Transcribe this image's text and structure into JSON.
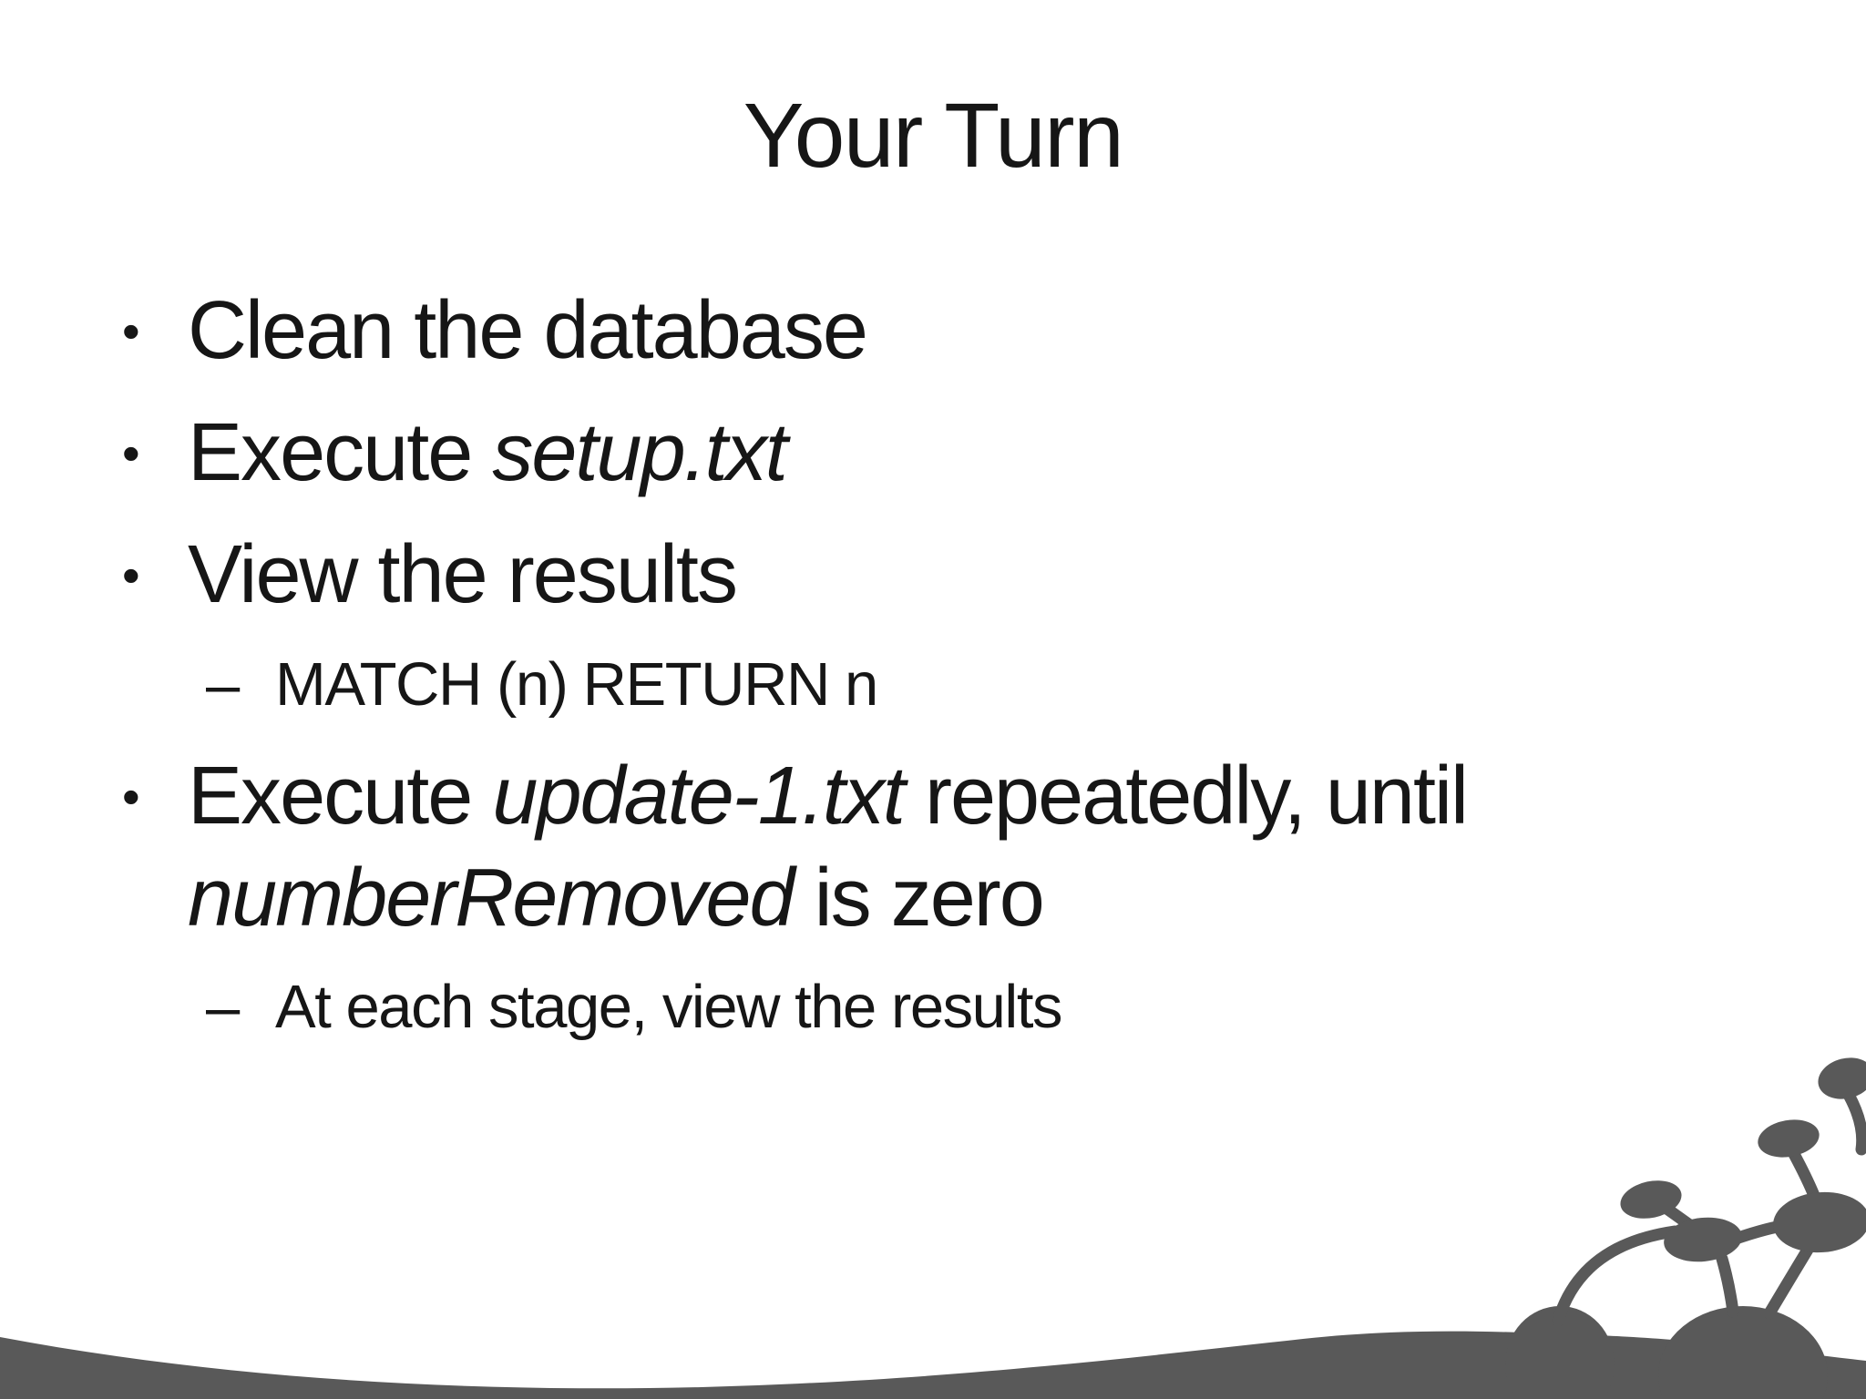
{
  "slide": {
    "title": "Your Turn",
    "bullet_glyphs": {
      "level1": "•",
      "level2": "–"
    },
    "bullets": [
      {
        "level": 1,
        "segments": [
          {
            "t": "Clean the database",
            "i": false
          }
        ]
      },
      {
        "level": 1,
        "segments": [
          {
            "t": "Execute ",
            "i": false
          },
          {
            "t": "setup.txt",
            "i": true
          }
        ]
      },
      {
        "level": 1,
        "segments": [
          {
            "t": "View the results",
            "i": false
          }
        ]
      },
      {
        "level": 2,
        "segments": [
          {
            "t": "MATCH (n) RETURN n",
            "i": false
          }
        ]
      },
      {
        "level": 1,
        "segments": [
          {
            "t": "Execute ",
            "i": false
          },
          {
            "t": "update-1.txt",
            "i": true
          },
          {
            "t": " repeatedly, until",
            "i": false
          },
          {
            "br": true
          },
          {
            "t": "numberRemoved",
            "i": true
          },
          {
            "t": " is zero",
            "i": false
          }
        ]
      },
      {
        "level": 2,
        "segments": [
          {
            "t": "At each stage, view the results",
            "i": false
          }
        ]
      }
    ],
    "colors": {
      "background": "#ffffff",
      "text": "#161616",
      "silhouette": "#595959"
    },
    "decoration": {
      "name": "graph-plant-silhouette",
      "description": "Gray wave hill along bottom edge with two mounds bottom-right sprouting a connected-node graph plant"
    }
  }
}
